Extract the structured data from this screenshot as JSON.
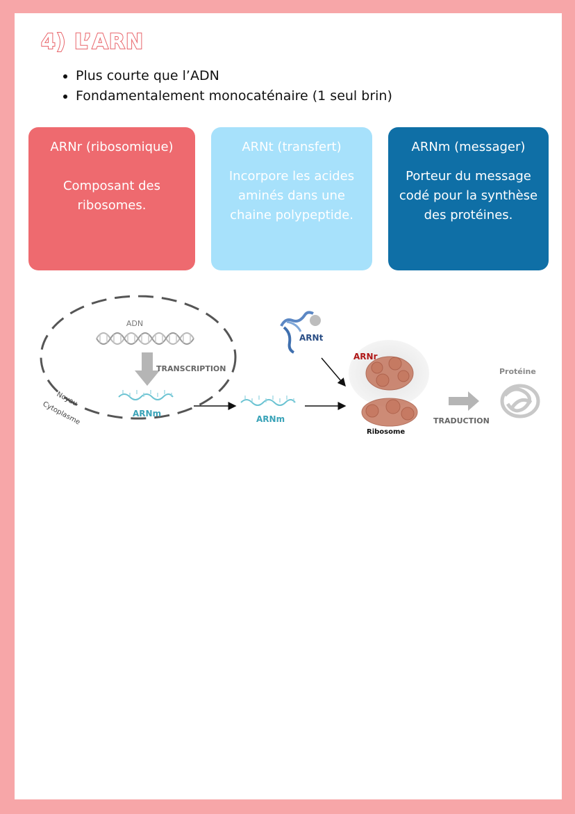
{
  "section": {
    "title": "4) L’ARN"
  },
  "bullets": [
    "Plus courte que l’ADN",
    "Fondamentalement monocaténaire (1 seul brin)"
  ],
  "cards": [
    {
      "title": "ARNr (ribosomique)",
      "text": "Composant des ribosomes.",
      "color": "#ee6a6f"
    },
    {
      "title": "ARNt (transfert)",
      "text": "Incorpore les acides aminés dans une chaine polypeptide.",
      "color": "#a7e1fb"
    },
    {
      "title": "ARNm (messager)",
      "text": "Porteur du message codé pour la synthèse des protéines.",
      "color": "#0f6fa6"
    }
  ],
  "diagram": {
    "adn": "ADN",
    "transcription": "TRANSCRIPTION",
    "noyau": "Noyau",
    "cytoplasme": "Cytoplasme",
    "arnm_nucleus": "ARNm",
    "arnm_cyto": "ARNm",
    "arnt": "ARNt",
    "arnr": "ARNr",
    "ribosome": "Ribosome",
    "traduction": "TRADUCTION",
    "proteine": "Protéine"
  }
}
